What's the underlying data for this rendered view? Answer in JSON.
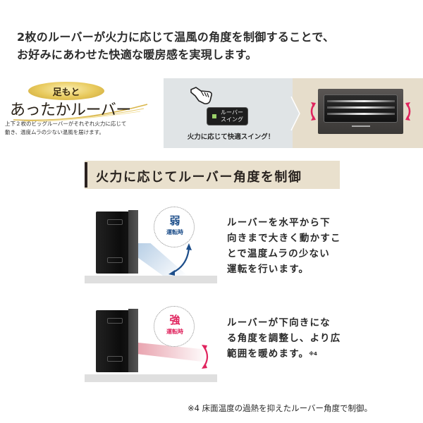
{
  "intro": {
    "line1": "2枚のルーバーが火力に応じて温風の角度を制御することで、",
    "line2": "お好みにあわせた快適な暖房感を実現します。"
  },
  "logo": {
    "badge": "足もと",
    "title": "あったかルーバー",
    "description_line1": "上下２枚のビッグルーバーがそれぞれ火力に応じて",
    "description_line2": "動き、温度ムラの少ない温風を届けます。",
    "gold_color": "#d9b64a"
  },
  "swing_panel": {
    "button_label_line1": "ルーバー",
    "button_label_line2": "スイング",
    "caption": "火力に応じて快適スイング！",
    "led_color": "#9bd26a",
    "arrow_color": "#e0245e"
  },
  "section": {
    "title": "火力に応じてルーバー角度を制御"
  },
  "modes": [
    {
      "strength": "弱",
      "label": "運転時",
      "color": "#1d4e8a",
      "description_lines": [
        "ルーバーを水平から下",
        "向きまで大きく動かすこ",
        "とで温度ムラの少ない",
        "運転を行います。"
      ]
    },
    {
      "strength": "強",
      "label": "運転時",
      "color": "#e0245e",
      "description_lines": [
        "ルーバーが下向きにな",
        "る角度を調整し、より広",
        "範囲を暖めます。"
      ],
      "note_ref": "※4"
    }
  ],
  "footnote": "※4 床面温度の過熱を抑えたルーバー角度で制御。"
}
